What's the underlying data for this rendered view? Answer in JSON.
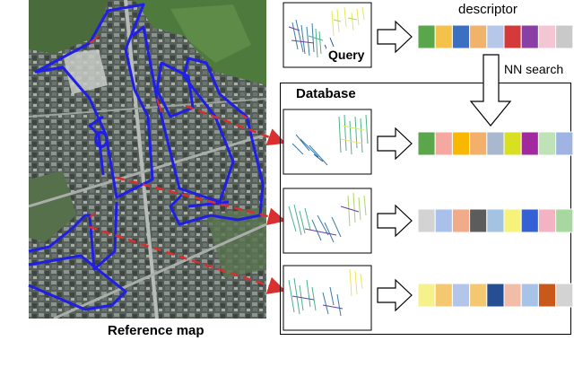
{
  "labels": {
    "descriptor": "descriptor",
    "query": "Query",
    "nn_search": "NN search",
    "database": "Database",
    "reference_map": "Reference map"
  },
  "descriptor_rows": {
    "query": [
      "#5aa64b",
      "#f4c24b",
      "#3a6fc2",
      "#f1b36c",
      "#b6c7e9",
      "#d53a3a",
      "#8a3fa4",
      "#f4c6d3",
      "#c9c9c9"
    ],
    "db1": [
      "#5aa64b",
      "#f4a8a0",
      "#f8b800",
      "#f2b06a",
      "#a9b8cf",
      "#d9e021",
      "#a12a9e",
      "#bfe3b6",
      "#a0b4e3"
    ],
    "db2": [
      "#d3d3d3",
      "#a8c0ea",
      "#f1aa8a",
      "#5c5c5c",
      "#a4c3e3",
      "#f7f27a",
      "#3661d4",
      "#f4b3c2",
      "#a7d8a0"
    ],
    "db3": [
      "#f5f28c",
      "#f4c870",
      "#b3c6ea",
      "#f4c870",
      "#254e93",
      "#f2bda8",
      "#a8c3e8",
      "#c9591a",
      "#d3d3d3"
    ]
  },
  "colors": {
    "route": "#1f1fe6",
    "link": "#d92f2f",
    "map_base": "#4e5a4f"
  }
}
